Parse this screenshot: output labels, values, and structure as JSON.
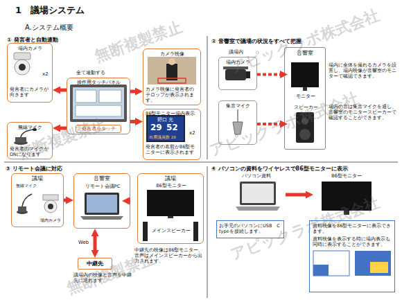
{
  "diagram": {
    "title": "1　議場システム",
    "nodes": [
      {
        "text": [
          "場内カメラ",
          "x2",
          "発言者にカメラが向きます"
        ]
      },
      {
        "text": [
          "カメラ映像",
          "カメラ映像に発言者のテロップが表示されます。"
        ]
      },
      {
        "text": [
          "操作用タッチパネル",
          "発言者をタッチ"
        ]
      },
      {
        "text": [
          "無線マイク",
          "発言者のマイクがONになります"
        ]
      },
      {
        "text": [
          "86型モニター場内表示",
          "x2",
          "発言者の名前が86型モニターに表示されます"
        ]
      },
      {
        "text": [
          "場内カメラ"
        ]
      },
      {
        "text": [
          "音響室"
        ]
      },
      {
        "text": [
          "モニター"
        ],
        "in": 6
      },
      {
        "text": [
          "スピーカー"
        ],
        "in": 6
      },
      {
        "text": [
          "集音マイク"
        ]
      },
      {
        "text": [
          "議場"
        ]
      },
      {
        "text": [
          "無線マイク"
        ],
        "in": 10
      },
      {
        "text": [
          "場内カメラ"
        ],
        "in": 10
      },
      {
        "text": [
          "音響室"
        ]
      },
      {
        "text": [
          "リモート会議PC"
        ],
        "in": 13
      },
      {
        "text": [
          "議場"
        ]
      },
      {
        "text": [
          "86型モニター"
        ],
        "in": 15
      },
      {
        "text": [
          "メインスピーカー"
        ],
        "in": 15
      },
      {
        "text": [
          "中継先"
        ]
      },
      {
        "text": [
          "パソコン資料"
        ]
      },
      {
        "text": [
          "86型モニター"
        ]
      },
      {
        "text": [
          "お手元のパソコンにUSB　C typeを接続します。"
        ]
      },
      {
        "text": [
          "資料映像を86型モニターに表示できます。",
          "資料映像を表示する時に場内表示も同時に表示することができます。"
        ]
      }
    ],
    "edges": [
      {
        "from": 2,
        "to": 0,
        "arrow": "to"
      },
      {
        "from": 2,
        "to": 1,
        "arrow": "to"
      },
      {
        "from": 2,
        "to": 3,
        "arrow": "to"
      },
      {
        "from": 2,
        "to": 4,
        "arrow": "to"
      },
      {
        "from": 5,
        "to": 7,
        "arrow": "to"
      },
      {
        "from": 9,
        "to": 8,
        "arrow": "to"
      },
      {
        "from": 10,
        "to": 13,
        "arrow": "to"
      },
      {
        "from": 13,
        "to": 15,
        "arrow": "to"
      },
      {
        "from": 13,
        "to": 18,
        "label": "Web",
        "arrow": "both"
      },
      {
        "from": 19,
        "to": 20,
        "arrow": "to"
      }
    ],
    "labels": [
      "A.システム概要",
      "① 発言者と自動連動",
      "全て連動する",
      "野口 光",
      "29",
      "52",
      "出席議員数 28",
      "② 音響室で議場の状況をすべて把握",
      "議場内",
      "場内に全体を撮れるカメラを設置し、場内映像が音響室のモニターで確認できます。",
      "場内の音は集音マイクを通し、音響室のモニタースピーカーで確認することができます。",
      "③ リモート会議に対応",
      "議場内の映像と音声を中継先に送れます。",
      "中継先の映像は86型モニター、音声はメインスピーカーから出力されます。",
      "④ パソコンの資料をワイヤレスで86型モニターに表示",
      "アピックラボ株式会社",
      "アピックラボ株式会社",
      "アピックラボ株式会社",
      "無断複製禁止",
      "無断複製禁止",
      "無断複製禁止"
    ]
  }
}
